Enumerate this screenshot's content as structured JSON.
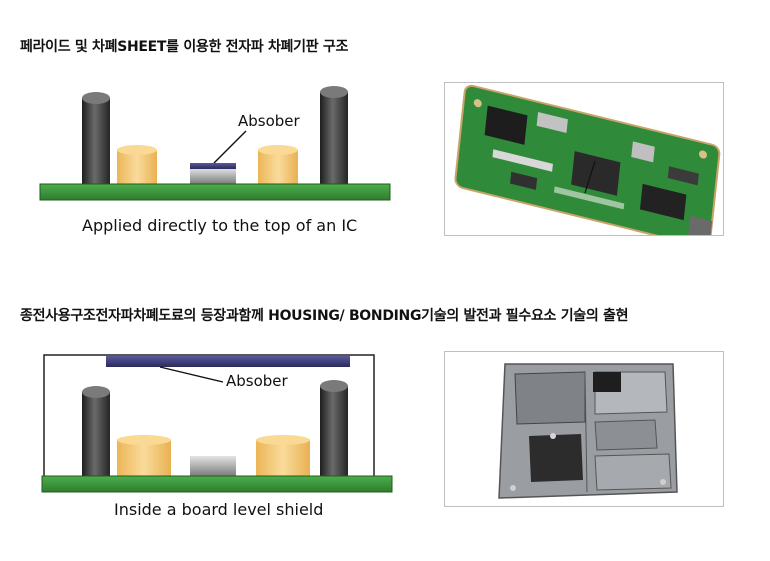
{
  "section1": {
    "heading": "페라이드 및 차폐SHEET를 이용한 전자파 차폐기판 구조",
    "label": "Absober",
    "caption": "Applied directly to the top of an IC"
  },
  "section2": {
    "heading": "종전사용구조전자파차폐도료의 등장과함께 HOUSING/ BONDING기술의 발전과 필수요소 기술의 출현",
    "label": "Absober",
    "caption": "Inside a board level shield"
  },
  "colors": {
    "board": "#3a9a3a",
    "capacitor": "#f0bb58",
    "cylinder": "#3a3a3a",
    "absorber": "#3c3c78"
  }
}
